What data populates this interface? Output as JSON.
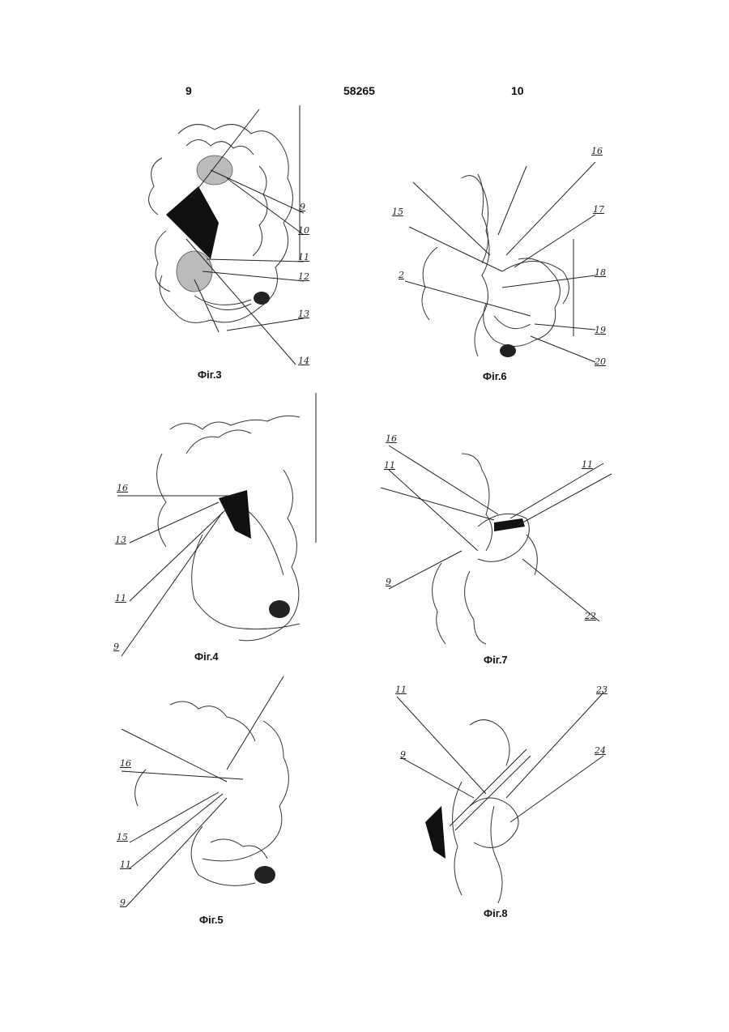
{
  "header": {
    "left_page": "9",
    "doc_number": "58265",
    "right_page": "10"
  },
  "figures": {
    "fig3": {
      "caption": "Фіг.3",
      "labels": [
        "9",
        "10",
        "11",
        "12",
        "13",
        "14"
      ]
    },
    "fig4": {
      "caption": "Фіг.4",
      "labels": [
        "16",
        "13",
        "11",
        "9"
      ]
    },
    "fig5": {
      "caption": "Фіг.5",
      "labels": [
        "16",
        "15",
        "11",
        "9"
      ]
    },
    "fig6": {
      "caption": "Фіг.6",
      "labels": [
        "16",
        "15",
        "17",
        "2",
        "18",
        "19",
        "20"
      ]
    },
    "fig7": {
      "caption": "Фіг.7",
      "labels": [
        "16",
        "11",
        "11",
        "9",
        "22"
      ]
    },
    "fig8": {
      "caption": "Фіг.8",
      "labels": [
        "11",
        "23",
        "9",
        "24"
      ]
    }
  }
}
